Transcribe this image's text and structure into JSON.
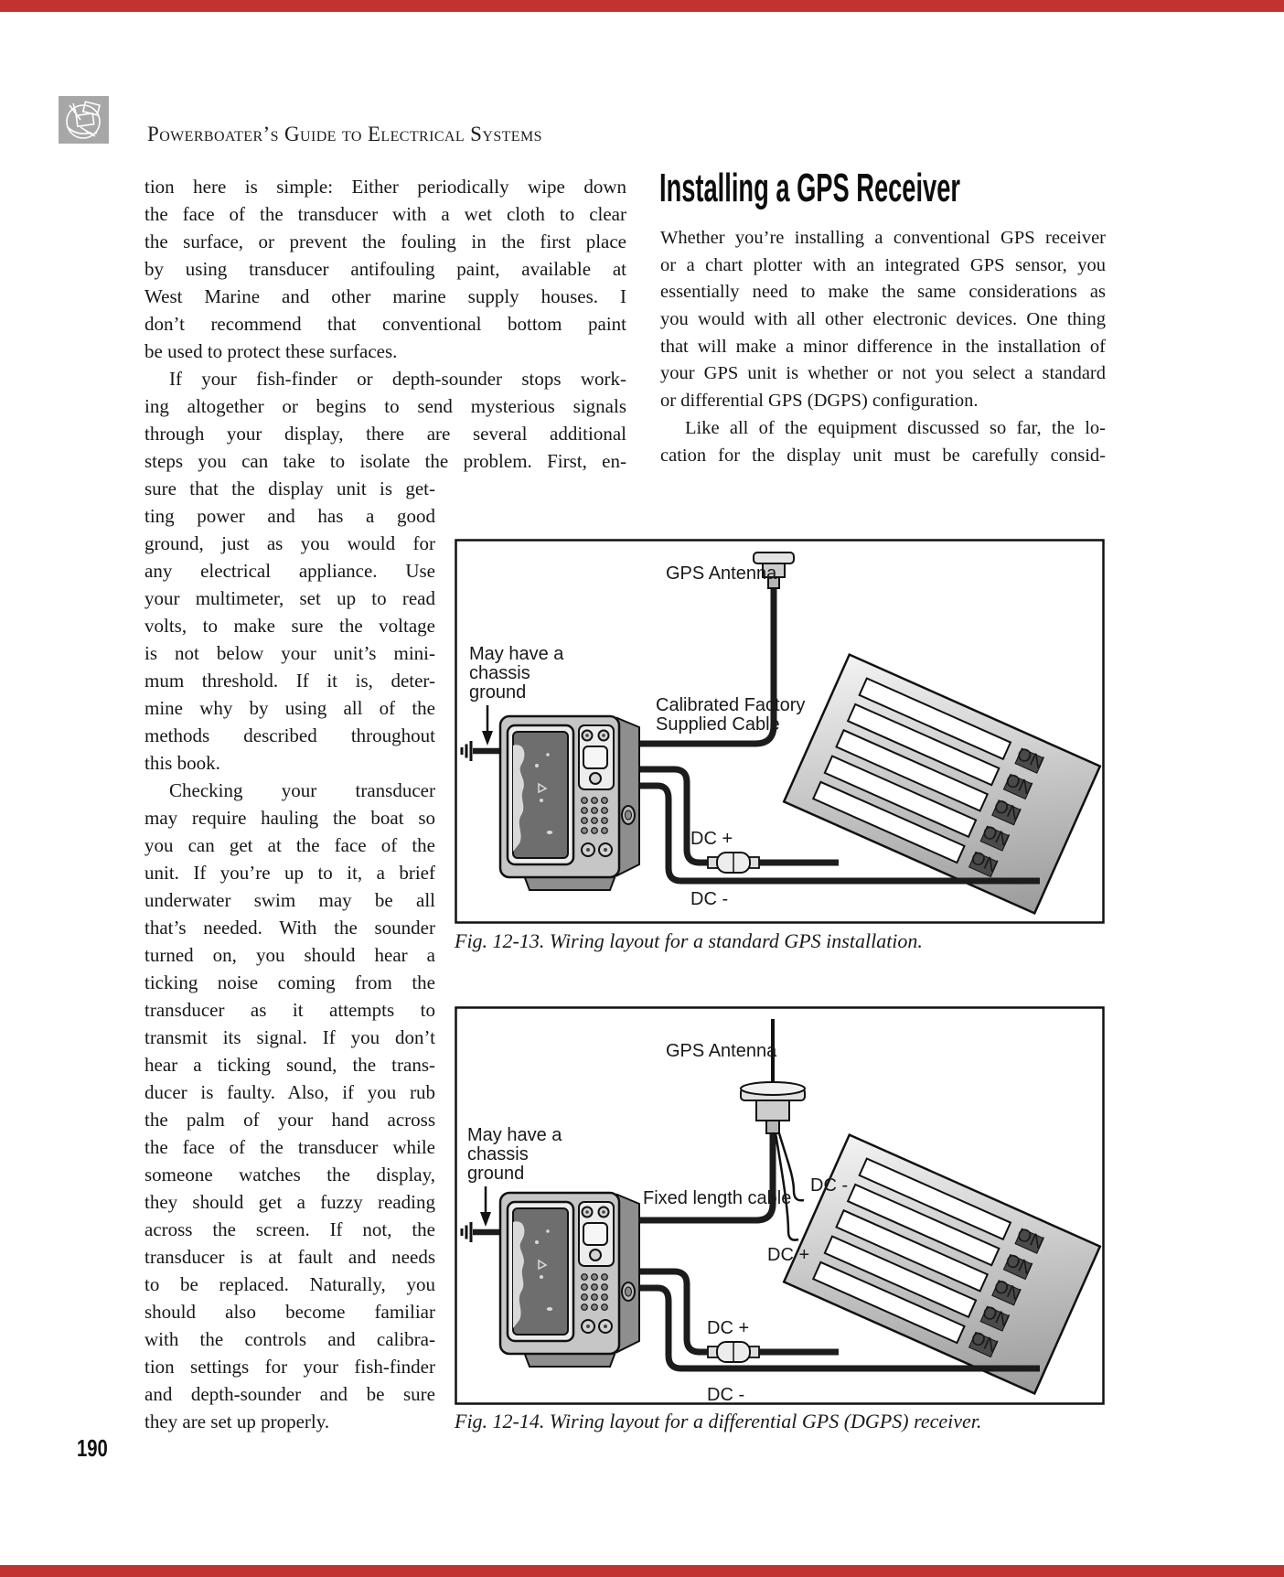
{
  "colors": {
    "accent_red": "#c23230",
    "diagram_line": "#111111",
    "device_gray": "#c6c6c6"
  },
  "header": {
    "title": "Powerboater’s Guide to Electrical Systems"
  },
  "page": {
    "number": "190"
  },
  "left_column": {
    "wide_lines": [
      {
        "t": "tion here is simple: Either periodically wipe down"
      },
      {
        "t": "the face of the transducer with a wet cloth to clear"
      },
      {
        "t": "the surface, or prevent the fouling in the first place"
      },
      {
        "t": "by using transducer antifouling paint, available at"
      },
      {
        "t": "West Marine and other marine supply houses. I"
      },
      {
        "t": "don’t recommend that conventional bottom paint"
      },
      {
        "t": "be used to protect these surfaces.",
        "j": false
      },
      {
        "t": "If your fish-finder or depth-sounder stops work-",
        "i": true
      },
      {
        "t": "ing altogether or begins to send mysterious signals"
      },
      {
        "t": "through your display, there are several additional"
      },
      {
        "t": "steps you can take to isolate the problem. First, en-"
      }
    ],
    "narrow_lines": [
      {
        "t": "sure that the display unit is get-"
      },
      {
        "t": "ting power and has a good"
      },
      {
        "t": "ground, just as you would for"
      },
      {
        "t": "any electrical appliance. Use"
      },
      {
        "t": "your multimeter, set up to read"
      },
      {
        "t": "volts, to make sure the voltage"
      },
      {
        "t": "is not below your unit’s mini-"
      },
      {
        "t": "mum threshold. If it is, deter-"
      },
      {
        "t": "mine why by using all of the"
      },
      {
        "t": "methods described throughout"
      },
      {
        "t": "this book.",
        "j": false
      },
      {
        "t": "Checking your transducer",
        "i": true
      },
      {
        "t": "may require hauling the boat so"
      },
      {
        "t": "you can get at the face of the"
      },
      {
        "t": "unit. If you’re up to it, a brief"
      },
      {
        "t": "underwater swim may be all"
      },
      {
        "t": "that’s needed. With the sounder"
      },
      {
        "t": "turned on, you should hear a"
      },
      {
        "t": "ticking noise coming from the"
      },
      {
        "t": "transducer as it attempts to"
      },
      {
        "t": "transmit its signal. If you don’t"
      },
      {
        "t": "hear a ticking sound, the trans-"
      },
      {
        "t": "ducer is faulty. Also, if you rub"
      },
      {
        "t": "the palm of your hand across"
      },
      {
        "t": "the face of the transducer while"
      },
      {
        "t": "someone watches the display,"
      },
      {
        "t": "they should get a fuzzy reading"
      },
      {
        "t": "across the screen. If not, the"
      },
      {
        "t": "transducer is at fault and needs"
      },
      {
        "t": "to be replaced. Naturally, you"
      },
      {
        "t": "should also become familiar"
      },
      {
        "t": "with the controls and calibra-"
      },
      {
        "t": "tion settings for your fish-finder"
      },
      {
        "t": "and depth-sounder and be sure"
      },
      {
        "t": "they are set up properly.",
        "j": false
      }
    ]
  },
  "right_column": {
    "heading": "Installing a GPS Receiver",
    "lines": [
      {
        "t": "Whether you’re installing a conventional GPS receiver"
      },
      {
        "t": "or a chart plotter with an integrated GPS sensor, you"
      },
      {
        "t": "essentially need to make the same considerations as"
      },
      {
        "t": "you would with all other electronic devices. One thing"
      },
      {
        "t": "that will make a minor difference in the installation of"
      },
      {
        "t": "your GPS unit is whether or not you select a standard"
      },
      {
        "t": "or differential GPS (DGPS) configuration.",
        "j": false
      },
      {
        "t": "Like all of the equipment discussed so far, the lo-",
        "i": true
      },
      {
        "t": "cation for the display unit must be carefully consid-"
      }
    ]
  },
  "figure1": {
    "caption": "Fig. 12-13. Wiring layout for a standard GPS installation.",
    "labels": {
      "antenna": "GPS Antenna",
      "chassis": [
        "May have a",
        "chassis",
        "ground"
      ],
      "cable": [
        "Calibrated Factory",
        "Supplied Cable"
      ],
      "dc_plus": "DC +",
      "dc_minus": "DC -",
      "switch_on": "ON"
    }
  },
  "figure2": {
    "caption": "Fig. 12-14. Wiring layout for a differential GPS (DGPS) receiver.",
    "labels": {
      "antenna": "GPS Antenna",
      "chassis": [
        "May have a",
        "chassis",
        "ground"
      ],
      "cable": "Fixed length cable",
      "ant_dc_minus": "DC -",
      "ant_dc_plus": "DC +",
      "dc_plus": "DC +",
      "dc_minus": "DC -",
      "switch_on": "ON"
    }
  }
}
